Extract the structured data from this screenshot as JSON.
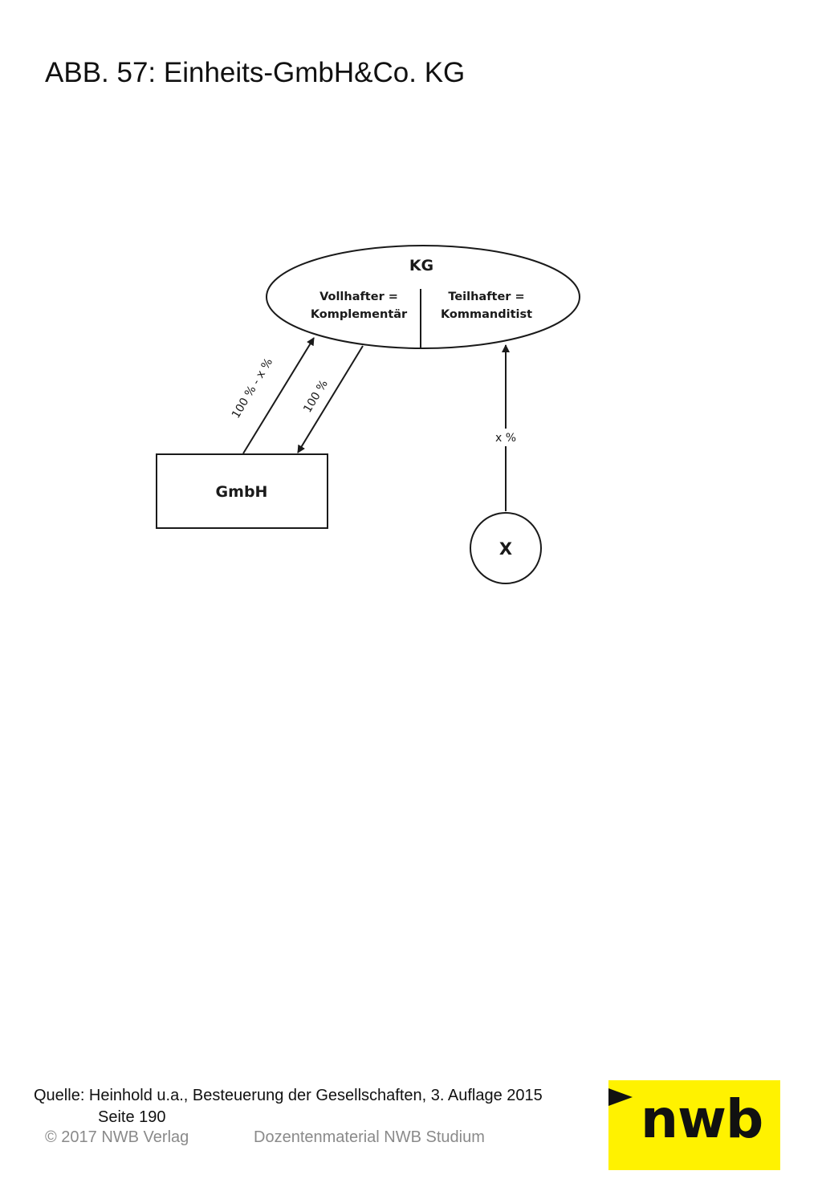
{
  "title": "ABB. 57: Einheits-GmbH&Co. KG",
  "diagram": {
    "kg": {
      "label": "KG",
      "left_line1": "Vollhafter =",
      "left_line2": "Komplementär",
      "right_line1": "Teilhafter =",
      "right_line2": "Kommanditist"
    },
    "gmbh": {
      "label": "GmbH"
    },
    "x_node": {
      "label": "X"
    },
    "edges": {
      "gmbh_to_kg": "100 % - x %",
      "kg_to_gmbh": "100 %",
      "x_to_kg": "x %"
    }
  },
  "source": {
    "line1": "Quelle: Heinhold u.a., Besteuerung der Gesellschaften, 3. Auflage 2015",
    "line2": "Seite 190"
  },
  "footer": {
    "copyright": "© 2017 NWB Verlag",
    "material": "Dozentenmaterial NWB Studium"
  },
  "logo": {
    "text": "nwb",
    "background": "#fff200"
  }
}
